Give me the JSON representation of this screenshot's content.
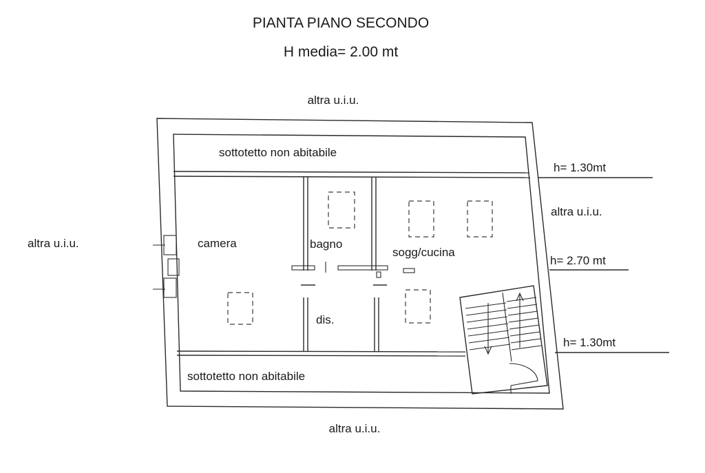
{
  "title": "PIANTA PIANO SECONDO",
  "subtitle": "H media= 2.00 mt",
  "labels": {
    "neighbor_top": "altra u.i.u.",
    "neighbor_bottom": "altra u.i.u.",
    "neighbor_left": "altra u.i.u.",
    "neighbor_right": "altra u.i.u.",
    "attic_top": "sottotetto non abitabile",
    "attic_bottom": "sottotetto non abitabile",
    "room_camera": "camera",
    "room_bagno": "bagno",
    "room_cucina": "sogg/cucina",
    "room_dis": "dis.",
    "height_top": "h= 1.30mt",
    "height_mid": "h= 2.70 mt",
    "height_bottom": "h= 1.30mt"
  }
}
